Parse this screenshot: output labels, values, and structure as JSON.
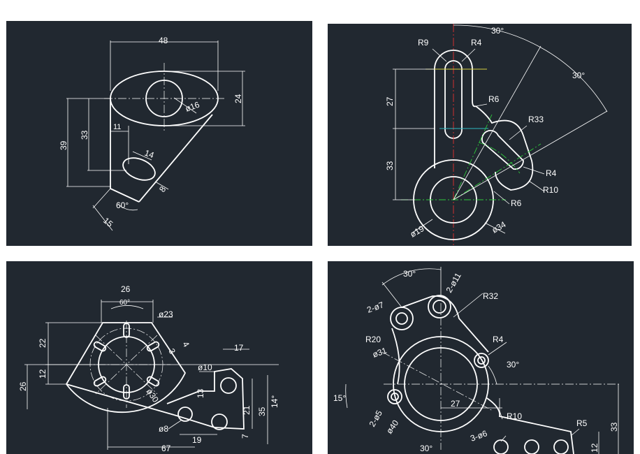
{
  "panel1": {
    "dims": [
      "48",
      "24",
      "39",
      "33",
      "11",
      "14",
      "8",
      "60°",
      "15",
      "ø16"
    ]
  },
  "panel2": {
    "dims": [
      "30°",
      "30°",
      "R9",
      "R4",
      "R6",
      "27",
      "33",
      "R33",
      "R4",
      "R10",
      "R6",
      "ø19",
      "ø34"
    ]
  },
  "panel3": {
    "dims": [
      "26",
      "60°",
      "ø23",
      "4",
      "3",
      "22",
      "12",
      "26",
      "17",
      "ø10",
      "13",
      "21",
      "35",
      "14°",
      "ø30",
      "ø8",
      "19",
      "7",
      "67"
    ]
  },
  "panel4": {
    "dims": [
      "30°",
      "2-ø11",
      "2-ø7",
      "R32",
      "R20",
      "ø31",
      "R4",
      "30°",
      "15°",
      "27",
      "2-ø5",
      "R10",
      "ø40",
      "3-ø6",
      "R5",
      "33",
      "12",
      "30°"
    ]
  }
}
